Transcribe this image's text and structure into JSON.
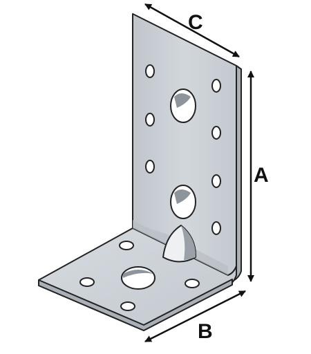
{
  "dimensions": {
    "a": "A",
    "b": "B",
    "c": "C"
  },
  "colors": {
    "plate_fill": "#c8cdd3",
    "plate_face": "#d4d9de",
    "plate_edge": "#a9afb6",
    "outline": "#222222",
    "hole_fill": "#ffffff",
    "arrow": "#111111"
  },
  "icons": [
    "angle-bracket",
    "dimension-arrow"
  ]
}
